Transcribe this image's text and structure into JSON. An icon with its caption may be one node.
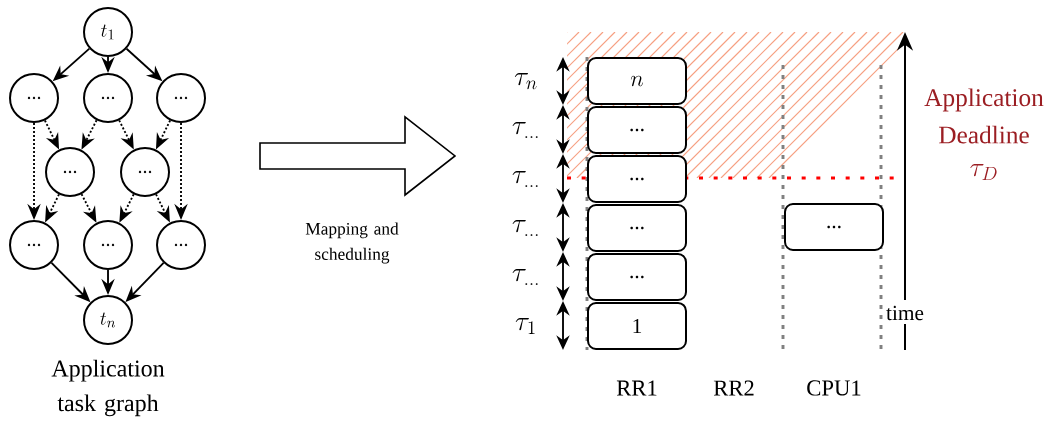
{
  "diagram": {
    "nodes": [
      {
        "text": [
          "t_1"
        ]
      },
      {
        "text": [
          "..."
        ]
      },
      {
        "text": [
          "..."
        ]
      },
      {
        "text": [
          "..."
        ]
      },
      {
        "text": [
          "..."
        ]
      },
      {
        "text": [
          "..."
        ]
      },
      {
        "text": [
          "..."
        ]
      },
      {
        "text": [
          "..."
        ]
      },
      {
        "text": [
          "..."
        ]
      },
      {
        "text": [
          "t_n"
        ]
      },
      {
        "text": [
          "n"
        ]
      },
      {
        "text": [
          "..."
        ]
      },
      {
        "text": [
          "..."
        ]
      },
      {
        "text": [
          "..."
        ]
      },
      {
        "text": [
          "..."
        ]
      },
      {
        "text": [
          "1"
        ]
      },
      {
        "text": [
          "..."
        ]
      }
    ],
    "edges": [
      {
        "from": 0,
        "to": 1,
        "arrow": "to"
      },
      {
        "from": 0,
        "to": 2,
        "arrow": "to"
      },
      {
        "from": 0,
        "to": 3,
        "arrow": "to"
      },
      {
        "from": 1,
        "to": 4,
        "arrow": "to",
        "style": "dashed"
      },
      {
        "from": 1,
        "to": 6,
        "arrow": "to",
        "style": "dashed"
      },
      {
        "from": 2,
        "to": 4,
        "arrow": "to",
        "style": "dashed"
      },
      {
        "from": 2,
        "to": 5,
        "arrow": "to",
        "style": "dashed"
      },
      {
        "from": 3,
        "to": 5,
        "arrow": "to",
        "style": "dashed"
      },
      {
        "from": 3,
        "to": 8,
        "arrow": "to",
        "style": "dashed"
      },
      {
        "from": 4,
        "to": 6,
        "arrow": "to",
        "style": "dashed"
      },
      {
        "from": 4,
        "to": 7,
        "arrow": "to",
        "style": "dashed"
      },
      {
        "from": 5,
        "to": 7,
        "arrow": "to",
        "style": "dashed"
      },
      {
        "from": 5,
        "to": 8,
        "arrow": "to",
        "style": "dashed"
      },
      {
        "from": 6,
        "to": 9,
        "arrow": "to"
      },
      {
        "from": 7,
        "to": 9,
        "arrow": "to"
      },
      {
        "from": 8,
        "to": 9,
        "arrow": "to"
      }
    ],
    "labels": [
      "Application task graph",
      "Mapping and scheduling",
      "\\tau_n",
      "\\tau_{...}",
      "\\tau_{...}",
      "\\tau_{...}",
      "\\tau_{...}",
      "\\tau_1",
      "Application Deadline",
      "\\tau_D",
      "time",
      "RR1",
      "RR2",
      "CPU1"
    ]
  }
}
